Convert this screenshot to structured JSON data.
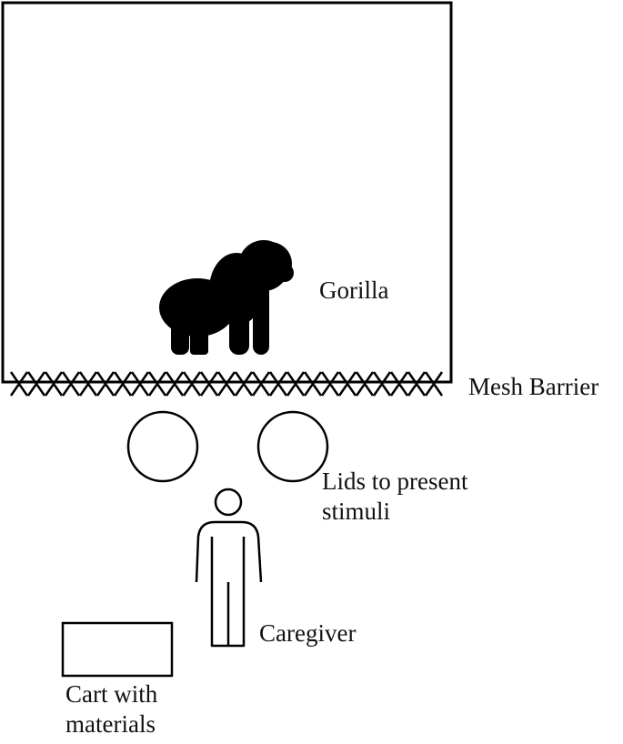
{
  "labels": {
    "gorilla": "Gorilla",
    "mesh_barrier": "Mesh Barrier",
    "lids_line1": "Lids to present",
    "lids_line2": "stimuli",
    "caregiver": "Caregiver",
    "cart_line1": "Cart with",
    "cart_line2": "materials"
  },
  "icons": {
    "gorilla": "gorilla-icon",
    "caregiver": "person-icon"
  },
  "colors": {
    "stroke": "#000000",
    "background": "#ffffff"
  }
}
